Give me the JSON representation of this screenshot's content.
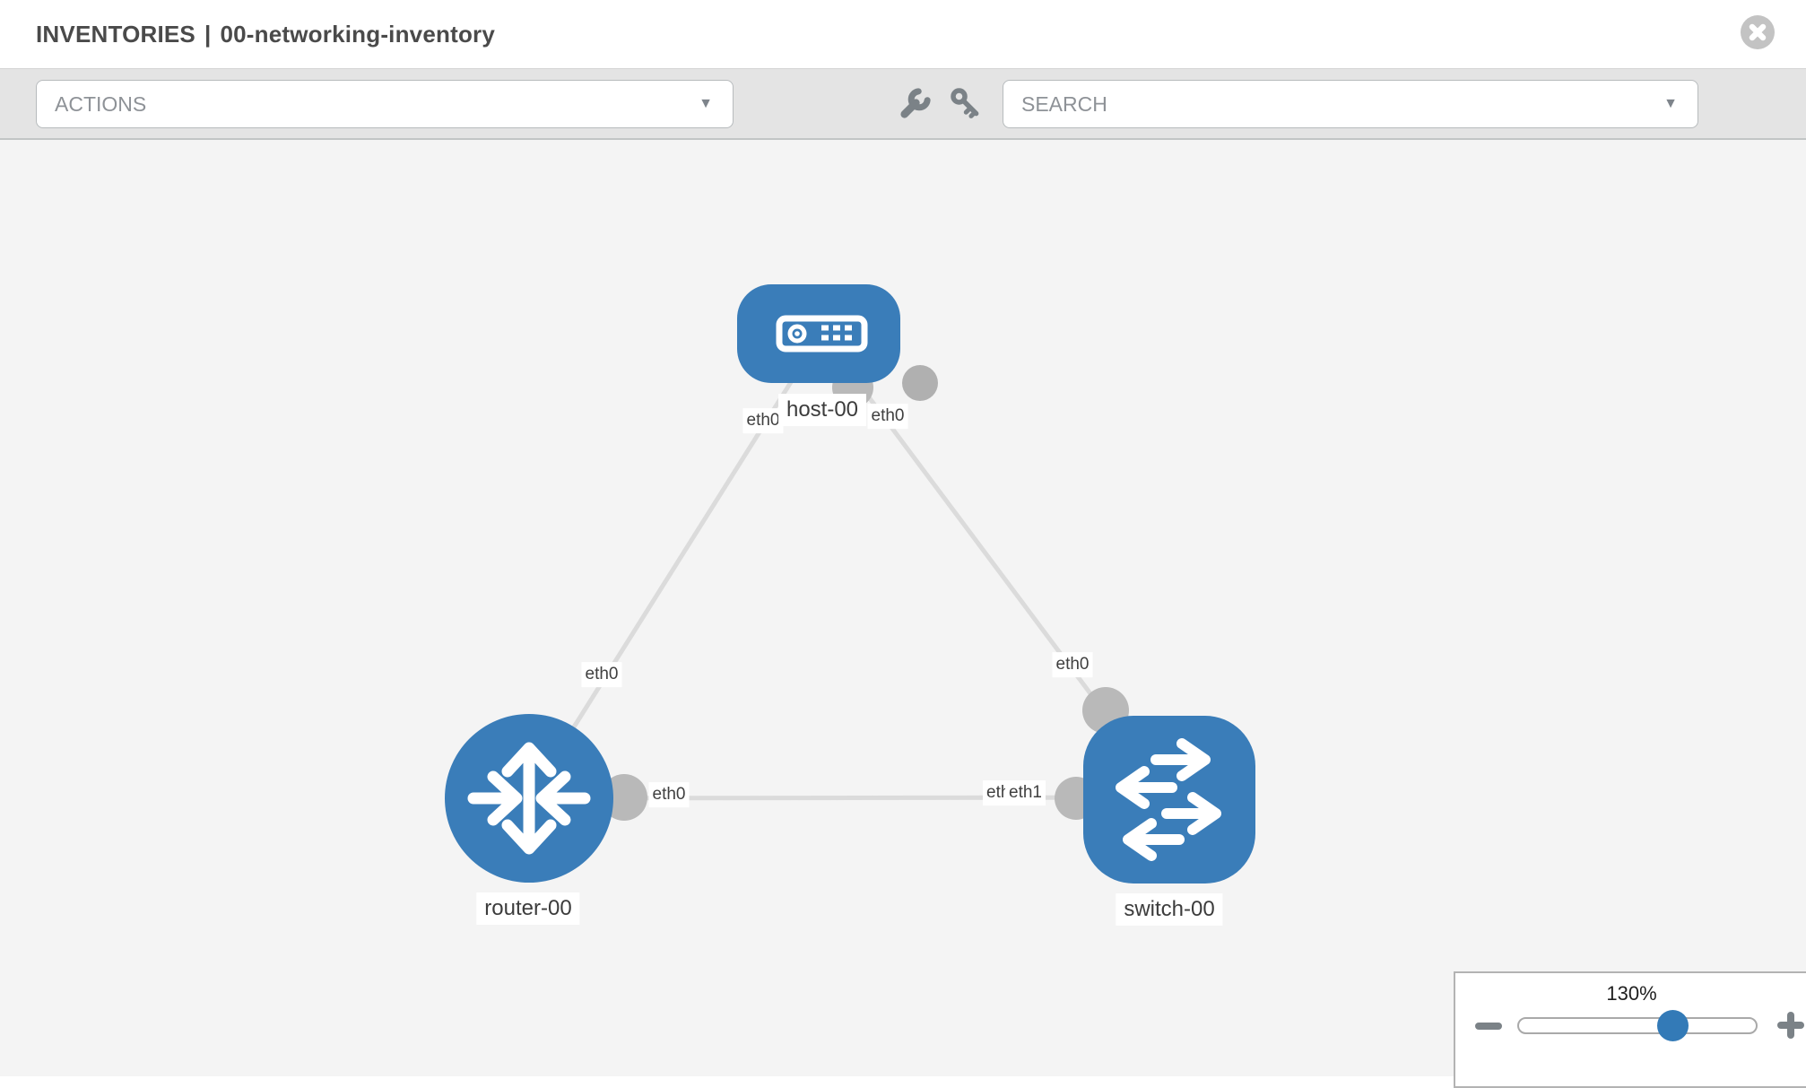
{
  "header": {
    "section": "INVENTORIES",
    "separator": "|",
    "inventory_name": "00-networking-inventory"
  },
  "toolbar": {
    "actions_dropdown": "ACTIONS",
    "search_dropdown": "SEARCH",
    "caret": "▼",
    "icons": [
      "wrench-icon",
      "key-icon"
    ]
  },
  "topology": {
    "nodes": [
      {
        "label": "host-00",
        "type": "host"
      },
      {
        "label": "router-00",
        "type": "router"
      },
      {
        "label": "switch-00",
        "type": "switch"
      }
    ],
    "links": [
      {
        "from": "host-00",
        "from_if": "eth0",
        "to": "router-00",
        "to_if": "eth0"
      },
      {
        "from": "host-00",
        "from_if": "eth0",
        "to": "switch-00",
        "to_if": "eth0"
      },
      {
        "from": "router-00",
        "from_if": "eth0",
        "to": "switch-00",
        "to_if": "eth1",
        "to_if_overlapped": "eth0"
      }
    ]
  },
  "zoom_control": {
    "level": "130%",
    "value_percent": 130
  },
  "colors": {
    "node_blue": "#3a7db9",
    "knob_blue": "#337ab7",
    "port_gray": "#b9b9b9",
    "link_gray": "#dbdbdb",
    "icon_gray": "#7b8287",
    "toolbar_bg": "#e4e4e4",
    "canvas_bg": "#f4f4f4"
  }
}
